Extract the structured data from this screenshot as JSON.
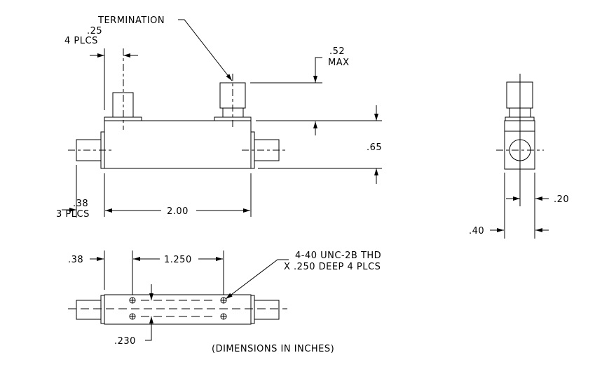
{
  "labels": {
    "termination": "TERMINATION",
    "dim_25": ".25",
    "plcs4": "4 PLCS",
    "dim_52": ".52",
    "max": "MAX",
    "dim_65": ".65",
    "dim_38_top": ".38",
    "plcs3": "3 PLCS",
    "dim_200": "2.00",
    "dim_20": ".20",
    "dim_40": ".40",
    "dim_38_bottom": ".38",
    "dim_1250": "1.250",
    "thread_line1": "4-40 UNC-2B THD",
    "thread_line2": "X .250 DEEP 4 PLCS",
    "dim_230": ".230",
    "units_note": "(DIMENSIONS IN INCHES)"
  }
}
